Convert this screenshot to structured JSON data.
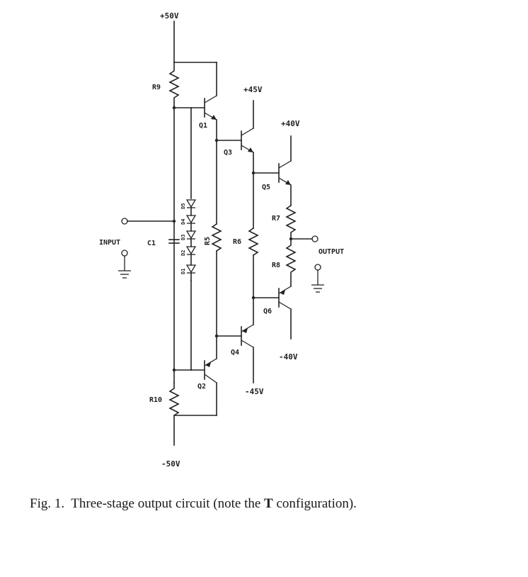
{
  "rails": {
    "plus50": "+50V",
    "minus50": "-50V",
    "plus45": "+45V",
    "minus45": "-45V",
    "plus40": "+40V",
    "minus40": "-40V"
  },
  "components": {
    "r9": "R9",
    "r10": "R10",
    "r5": "R5",
    "r6": "R6",
    "r7": "R7",
    "r8": "R8",
    "q1": "Q1",
    "q2": "Q2",
    "q3": "Q3",
    "q4": "Q4",
    "q5": "Q5",
    "q6": "Q6",
    "c1": "C1",
    "d1": "D1",
    "d2": "D2",
    "d3": "D3",
    "d4": "D4",
    "d5": "D5"
  },
  "terminals": {
    "input": "INPUT",
    "output": "OUTPUT"
  },
  "caption": {
    "prefix": "Fig. 1.",
    "text_before": "Three-stage output circuit (note the ",
    "bold": "T",
    "text_after": " configuration)."
  }
}
